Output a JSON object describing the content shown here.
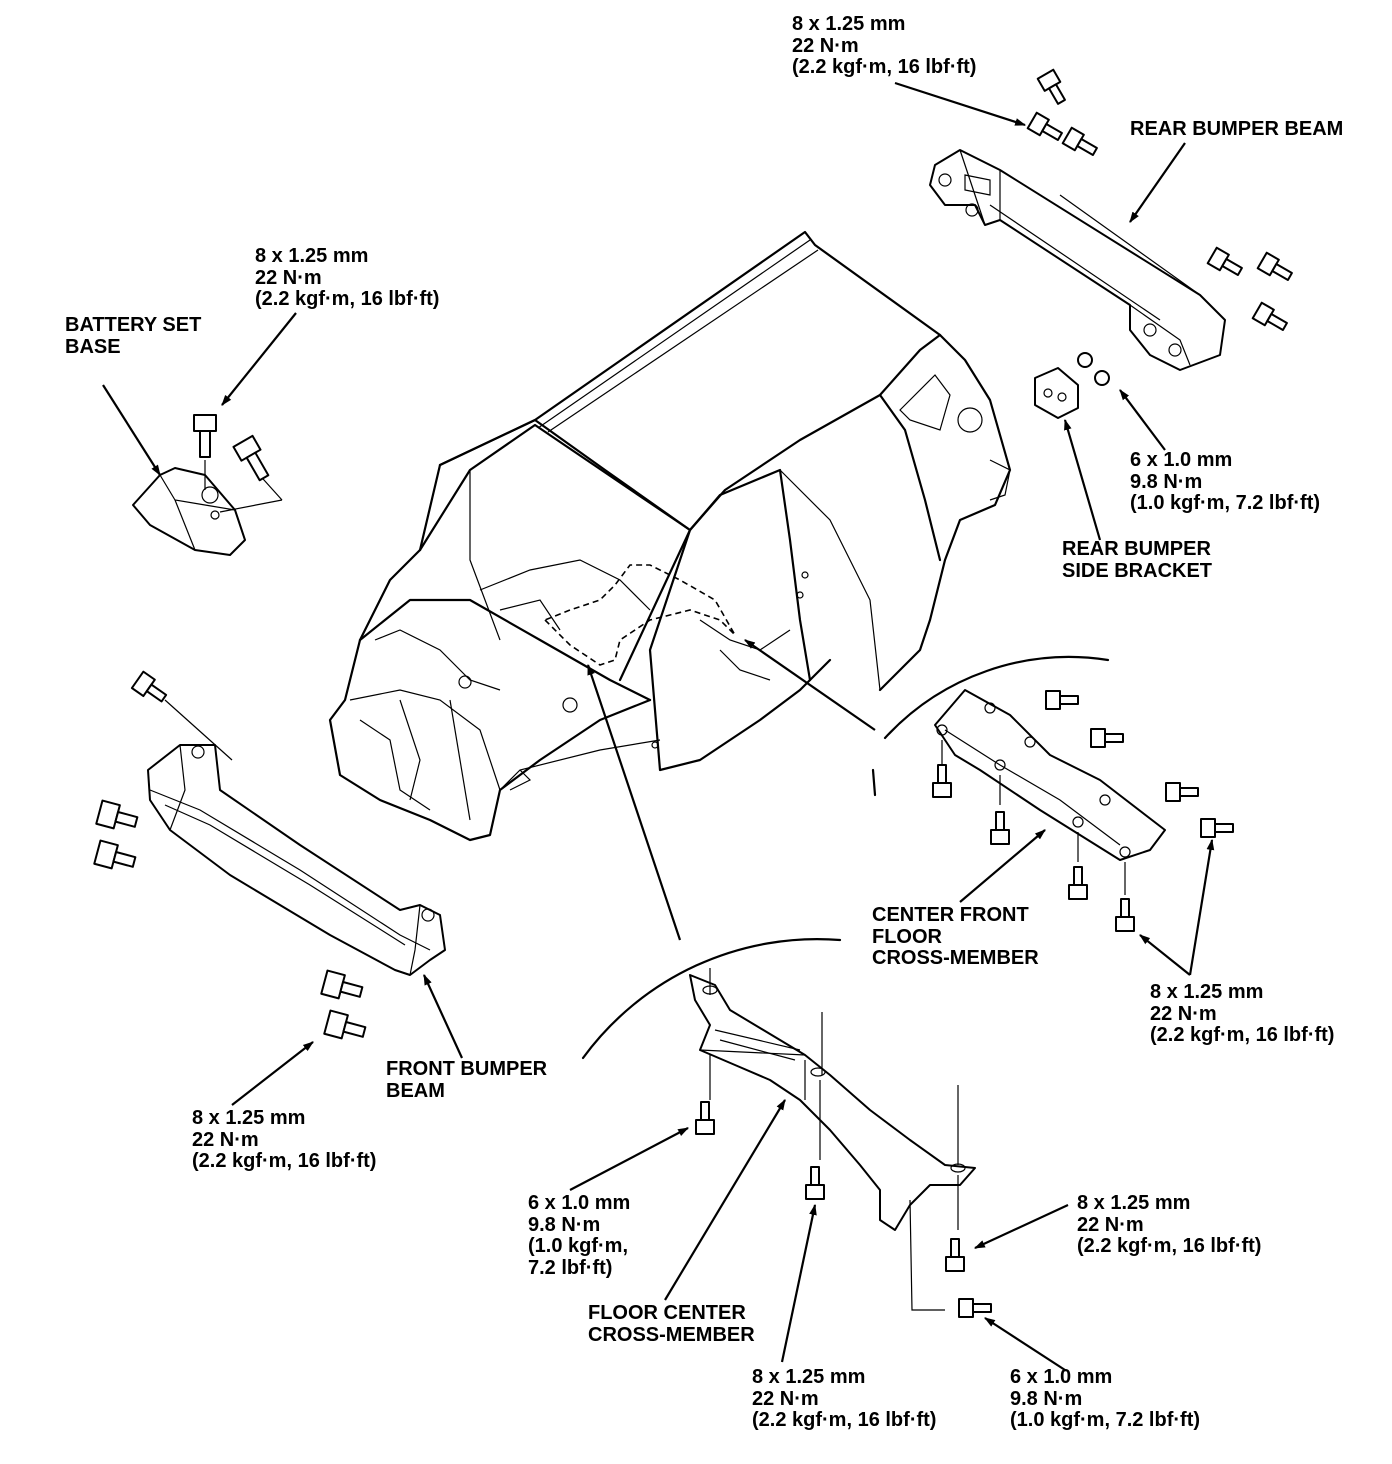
{
  "parts": {
    "rear_bumper_beam": "REAR BUMPER BEAM",
    "battery_set_base": [
      "BATTERY SET",
      "BASE"
    ],
    "rear_bumper_side_bracket": [
      "REAR BUMPER",
      "SIDE BRACKET"
    ],
    "center_front_floor_cross_member": [
      "CENTER FRONT",
      "FLOOR",
      "CROSS-MEMBER"
    ],
    "front_bumper_beam": [
      "FRONT BUMPER",
      "BEAM"
    ],
    "floor_center_cross_member": [
      "FLOOR CENTER",
      "CROSS-MEMBER"
    ]
  },
  "torque_specs": {
    "rear_bumper_beam_bolts": [
      "8 x 1.25 mm",
      "22 N·m",
      "(2.2 kgf·m, 16 lbf·ft)"
    ],
    "battery_set_base_bolts": [
      "8 x 1.25 mm",
      "22 N·m",
      "(2.2 kgf·m, 16 lbf·ft)"
    ],
    "rear_bumper_side_bracket_bolts": [
      "6 x 1.0 mm",
      "9.8 N·m",
      "(1.0 kgf·m, 7.2 lbf·ft)"
    ],
    "center_front_floor_bolts": [
      "8 x 1.25 mm",
      "22 N·m",
      "(2.2 kgf·m, 16 lbf·ft)"
    ],
    "front_bumper_beam_bolts": [
      "8 x 1.25 mm",
      "22 N·m",
      "(2.2 kgf·m, 16 lbf·ft)"
    ],
    "floor_center_small_bolts": [
      "6 x 1.0 mm",
      "9.8 N·m",
      "(1.0 kgf·m,",
      "7.2 lbf·ft)"
    ],
    "floor_center_right_bolts": [
      "8 x 1.25 mm",
      "22 N·m",
      "(2.2 kgf·m, 16 lbf·ft)"
    ],
    "floor_center_lower_bolts": [
      "8 x 1.25 mm",
      "22 N·m",
      "(2.2 kgf·m, 16 lbf·ft)"
    ],
    "floor_center_right_small_bolts": [
      "6 x 1.0 mm",
      "9.8 N·m",
      "(1.0 kgf·m, 7.2 lbf·ft)"
    ]
  }
}
